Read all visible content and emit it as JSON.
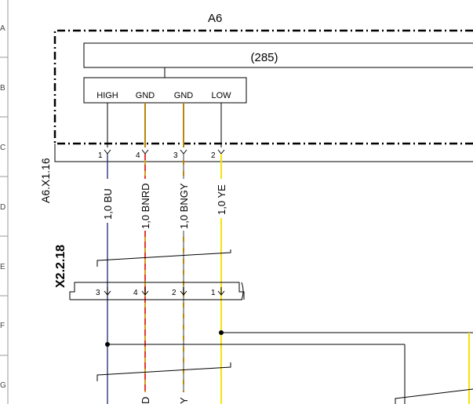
{
  "rows": [
    "A",
    "B",
    "C",
    "D",
    "E",
    "F",
    "G"
  ],
  "component": {
    "title": "A6",
    "module_label": "(285)",
    "pins": [
      "HIGH",
      "GND",
      "GND",
      "LOW"
    ]
  },
  "connector_top": {
    "name": "A6.X1.16",
    "pin_numbers": [
      "1",
      "4",
      "3",
      "2"
    ]
  },
  "connector_bottom": {
    "name": "X2.2.18",
    "pin_numbers": [
      "3",
      "4",
      "2",
      "1"
    ]
  },
  "wires": [
    {
      "label": "1,0 BU",
      "bottom_label": "",
      "colors": [
        "#1f2a6e"
      ]
    },
    {
      "label": "1,0 BNRD",
      "bottom_label": "D",
      "colors": [
        "#d4a017",
        "#e53935"
      ]
    },
    {
      "label": "1,0 BNGY",
      "bottom_label": "Y",
      "colors": [
        "#b8860b",
        "#9e9e9e"
      ]
    },
    {
      "label": "1,0 YE",
      "bottom_label": "",
      "colors": [
        "#f5e20a"
      ]
    }
  ]
}
